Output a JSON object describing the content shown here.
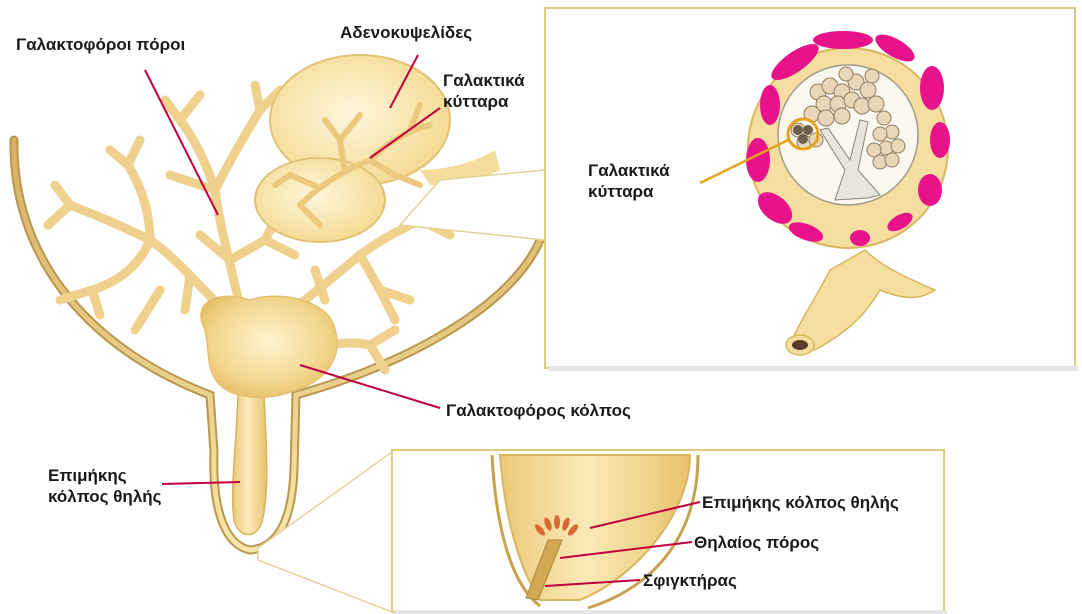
{
  "labels": {
    "galaktoforoi_poroi": "Γαλακτοφόροι πόροι",
    "adenokypselides": "Αδενοκυψελίδες",
    "galaktika_kyttara_main_1": "Γαλακτικά",
    "galaktika_kyttara_main_2": "κύτταρα",
    "galaktika_kyttara_inset_1": "Γαλακτικά",
    "galaktika_kyttara_inset_2": "κύτταρα",
    "galaktoforos_kolpos": "Γαλακτοφόρος κόλπος",
    "epimikis_kolpos_1": "Επιμήκης",
    "epimikis_kolpos_2": "κόλπος θηλής",
    "inset2_epimikis": "Επιμήκης κόλπος θηλής",
    "thilaios_poros": "Θηλαίος πόρος",
    "sfigktiras": "Σφιγκτήρας"
  },
  "colors": {
    "tissue": "#f5dea0",
    "tissue_dark": "#e2bf6c",
    "outline": "#c9a24e",
    "leader_line": "#c2003f",
    "myoepithelial": "#e8138a",
    "lumen_highlight": "#e6a21a",
    "inset_border": "#dcc57a"
  }
}
